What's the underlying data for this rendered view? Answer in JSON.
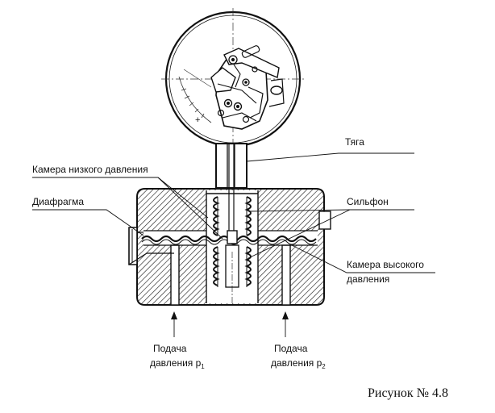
{
  "labels": {
    "rod": "Тяга",
    "low_chamber": "Камера низкого давления",
    "diaphragm": "Диафрагма",
    "bellows": "Сильфон",
    "high_chamber_line1": "Камера высокого",
    "high_chamber_line2": "давления",
    "feed_left_line1": "Подача",
    "feed_left_line2": "давления p",
    "feed_left_sub": "1",
    "feed_right_line1": "Подача",
    "feed_right_line2": "давления p",
    "feed_right_sub": "2"
  },
  "caption": "Рисунок № 4.8"
}
